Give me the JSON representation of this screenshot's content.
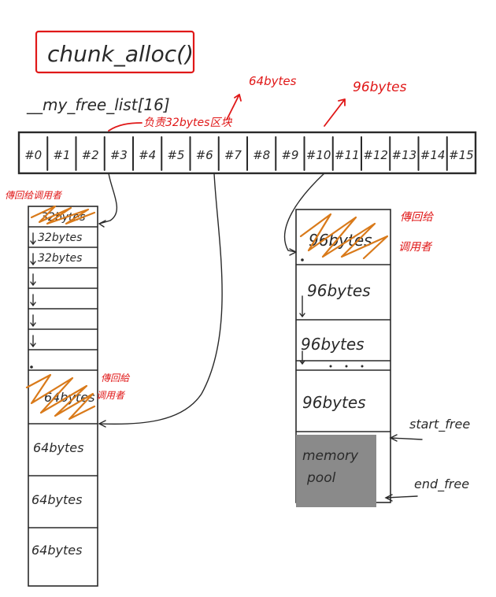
{
  "title": "chunk_alloc()",
  "array_label": "__my_free_list[16]",
  "slots": [
    "#0",
    "#1",
    "#2",
    "#3",
    "#4",
    "#5",
    "#6",
    "#7",
    "#8",
    "#9",
    "#10",
    "#11",
    "#12",
    "#13",
    "#14",
    "#15"
  ],
  "annotations": {
    "size_64": "64bytes",
    "size_96_top": "96bytes",
    "slot3_note": "负责32bytes区块",
    "left_note_top": "傳回给调用者",
    "left_note_mid": "傳回給\n调用者",
    "right_note_top": "傳回给\n调用者",
    "start_free": "start_free",
    "end_free": "end_free",
    "memory_pool": "memory\npool"
  },
  "left_list": {
    "small_blocks": [
      "32bytes",
      "32bytes",
      "32bytes"
    ],
    "big_blocks": [
      "64bytes",
      "64bytes",
      "64bytes",
      "64bytes"
    ]
  },
  "right_list": {
    "blocks": [
      "96bytes",
      "96bytes",
      "96bytes",
      "96bytes"
    ]
  },
  "colors": {
    "ink": "#2a2a2a",
    "red": "#e01818",
    "orange": "#d97a1a",
    "pool": "#8a8a8a"
  }
}
